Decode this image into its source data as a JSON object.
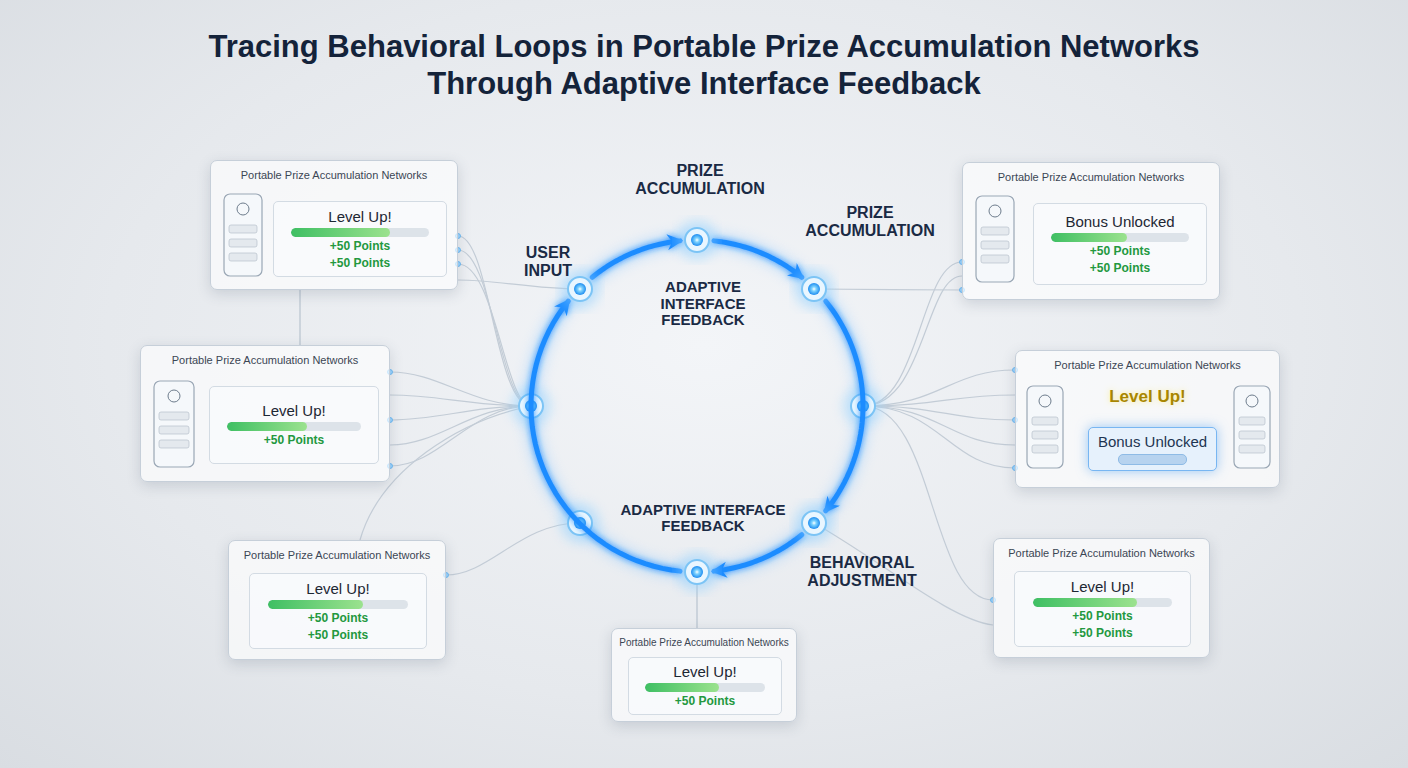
{
  "diagram": {
    "title": "Tracing Behavioral Loops in Portable Prize Accumulation Networks Through Adaptive Interface Feedback",
    "nodes": [
      {
        "text": [
          "Portable Prize Accumulation Networks"
        ]
      },
      {
        "text": [
          "Level Up!",
          "+50 Points",
          "+50 Points"
        ],
        "in": 0
      },
      {
        "text": [
          "Portable Prize Accumulation Networks"
        ]
      },
      {
        "text": [
          "Level Up!",
          "+50 Points"
        ],
        "in": 2
      },
      {
        "text": [
          "Portable Prize Accumulation Networks"
        ]
      },
      {
        "text": [
          "Level Up!",
          "+50 Points",
          "+50 Points"
        ],
        "in": 4
      },
      {
        "text": [
          "USER INPUT"
        ]
      },
      {
        "text": [
          "PRIZE ACCUMULATION"
        ]
      },
      {
        "text": [
          "PRIZE ACCUMULATION"
        ]
      },
      {
        "text": [
          "BEHAVIORAL ADJUSTMENT"
        ]
      },
      {
        "text": [
          "ADAPTIVE INTERFACE FEEDBACK"
        ]
      },
      {
        "text": [
          "Portable Prize Accumulation Networks"
        ]
      },
      {
        "text": [
          "Level Up!",
          "+50 Points"
        ],
        "in": 11
      },
      {
        "text": [
          "Portable Prize Accumulation Networks"
        ]
      },
      {
        "text": [
          "Bonus Unlocked",
          "+50 Points",
          "+50 Points"
        ],
        "in": 13
      },
      {
        "text": [
          "Portable Prize Accumulation Networks",
          "Level Up!"
        ]
      },
      {
        "text": [
          "Bonus Unlocked"
        ],
        "in": 15
      },
      {
        "text": [
          "Portable Prize Accumulation Networks"
        ]
      },
      {
        "text": [
          "Level Up!",
          "+50 Points",
          "+50 Points"
        ],
        "in": 17
      }
    ],
    "edges": [
      {
        "from": 6,
        "to": 7,
        "arrow": "to"
      },
      {
        "from": 7,
        "to": 8,
        "arrow": "to"
      },
      {
        "from": 8,
        "to": 9,
        "arrow": "to"
      },
      {
        "from": 9,
        "to": 10,
        "arrow": "to"
      },
      {
        "from": 10,
        "to": 6,
        "arrow": "to"
      },
      {
        "from": 0,
        "to": 2,
        "arrow": "none"
      },
      {
        "from": 11,
        "to": 10,
        "arrow": "none"
      }
    ],
    "labels": [
      "ADAPTIVE INTERFACE FEEDBACK"
    ]
  }
}
